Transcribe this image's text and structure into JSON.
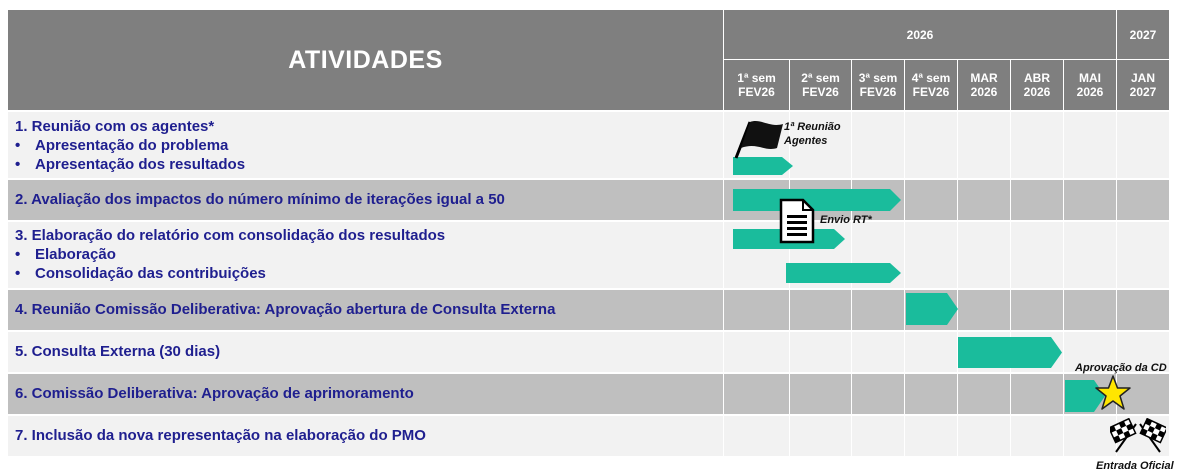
{
  "header": {
    "title": "ATIVIDADES",
    "years": [
      "2026",
      "2027"
    ],
    "periods": [
      "1ª sem\nFEV26",
      "2ª sem\nFEV26",
      "3ª sem\nFEV26",
      "4ª sem\nFEV26",
      "MAR\n2026",
      "ABR\n2026",
      "MAI\n2026",
      "JAN\n2027"
    ]
  },
  "activities": [
    {
      "line1": "1.  Reunião com os agentes*",
      "sub1": "Apresentação do problema",
      "sub2": "Apresentação dos resultados"
    },
    {
      "line1": "2. Avaliação dos impactos do número mínimo de iterações igual a 50"
    },
    {
      "line1": "3. Elaboração do relatório com consolidação dos resultados",
      "sub1": "Elaboração",
      "sub2": "Consolidação das contribuições"
    },
    {
      "line1": "4. Reunião Comissão Deliberativa: Aprovação abertura de Consulta Externa"
    },
    {
      "line1": "5. Consulta Externa (30 dias)"
    },
    {
      "line1": "6. Comissão Deliberativa: Aprovação de aprimoramento"
    },
    {
      "line1": "7. Inclusão da nova representação na elaboração do PMO"
    }
  ],
  "bullet": "•",
  "milestones": {
    "first_meeting": "1ª Reunião\nAgentes",
    "send_rt": "Envio RT*",
    "cd_approval": "Aprovação da CD",
    "official_entry": "Entrada Oficial"
  },
  "bars": [
    {
      "activity": 1,
      "start": "1ª sem FEV26",
      "end": "1ª sem FEV26"
    },
    {
      "activity": 2,
      "start": "1ª sem FEV26",
      "end": "3ª sem FEV26"
    },
    {
      "activity": 3,
      "sub": "Elaboração",
      "start": "1ª sem FEV26",
      "end": "2ª sem FEV26"
    },
    {
      "activity": 3,
      "sub": "Consolidação das contribuições",
      "start": "2ª sem FEV26",
      "end": "3ª sem FEV26"
    },
    {
      "activity": 4,
      "start": "4ª sem FEV26",
      "end": "4ª sem FEV26"
    },
    {
      "activity": 5,
      "start": "MAR 2026",
      "end": "ABR 2026"
    },
    {
      "activity": 6,
      "start": "MAI 2026",
      "end": "MAI 2026"
    }
  ],
  "colors": {
    "header_bg": "#7f7f7f",
    "bar": "#1abc9c",
    "text": "#1f1f8f",
    "row_light": "#f2f2f2",
    "row_dark": "#bfbfbf",
    "star": "#ffe600"
  }
}
